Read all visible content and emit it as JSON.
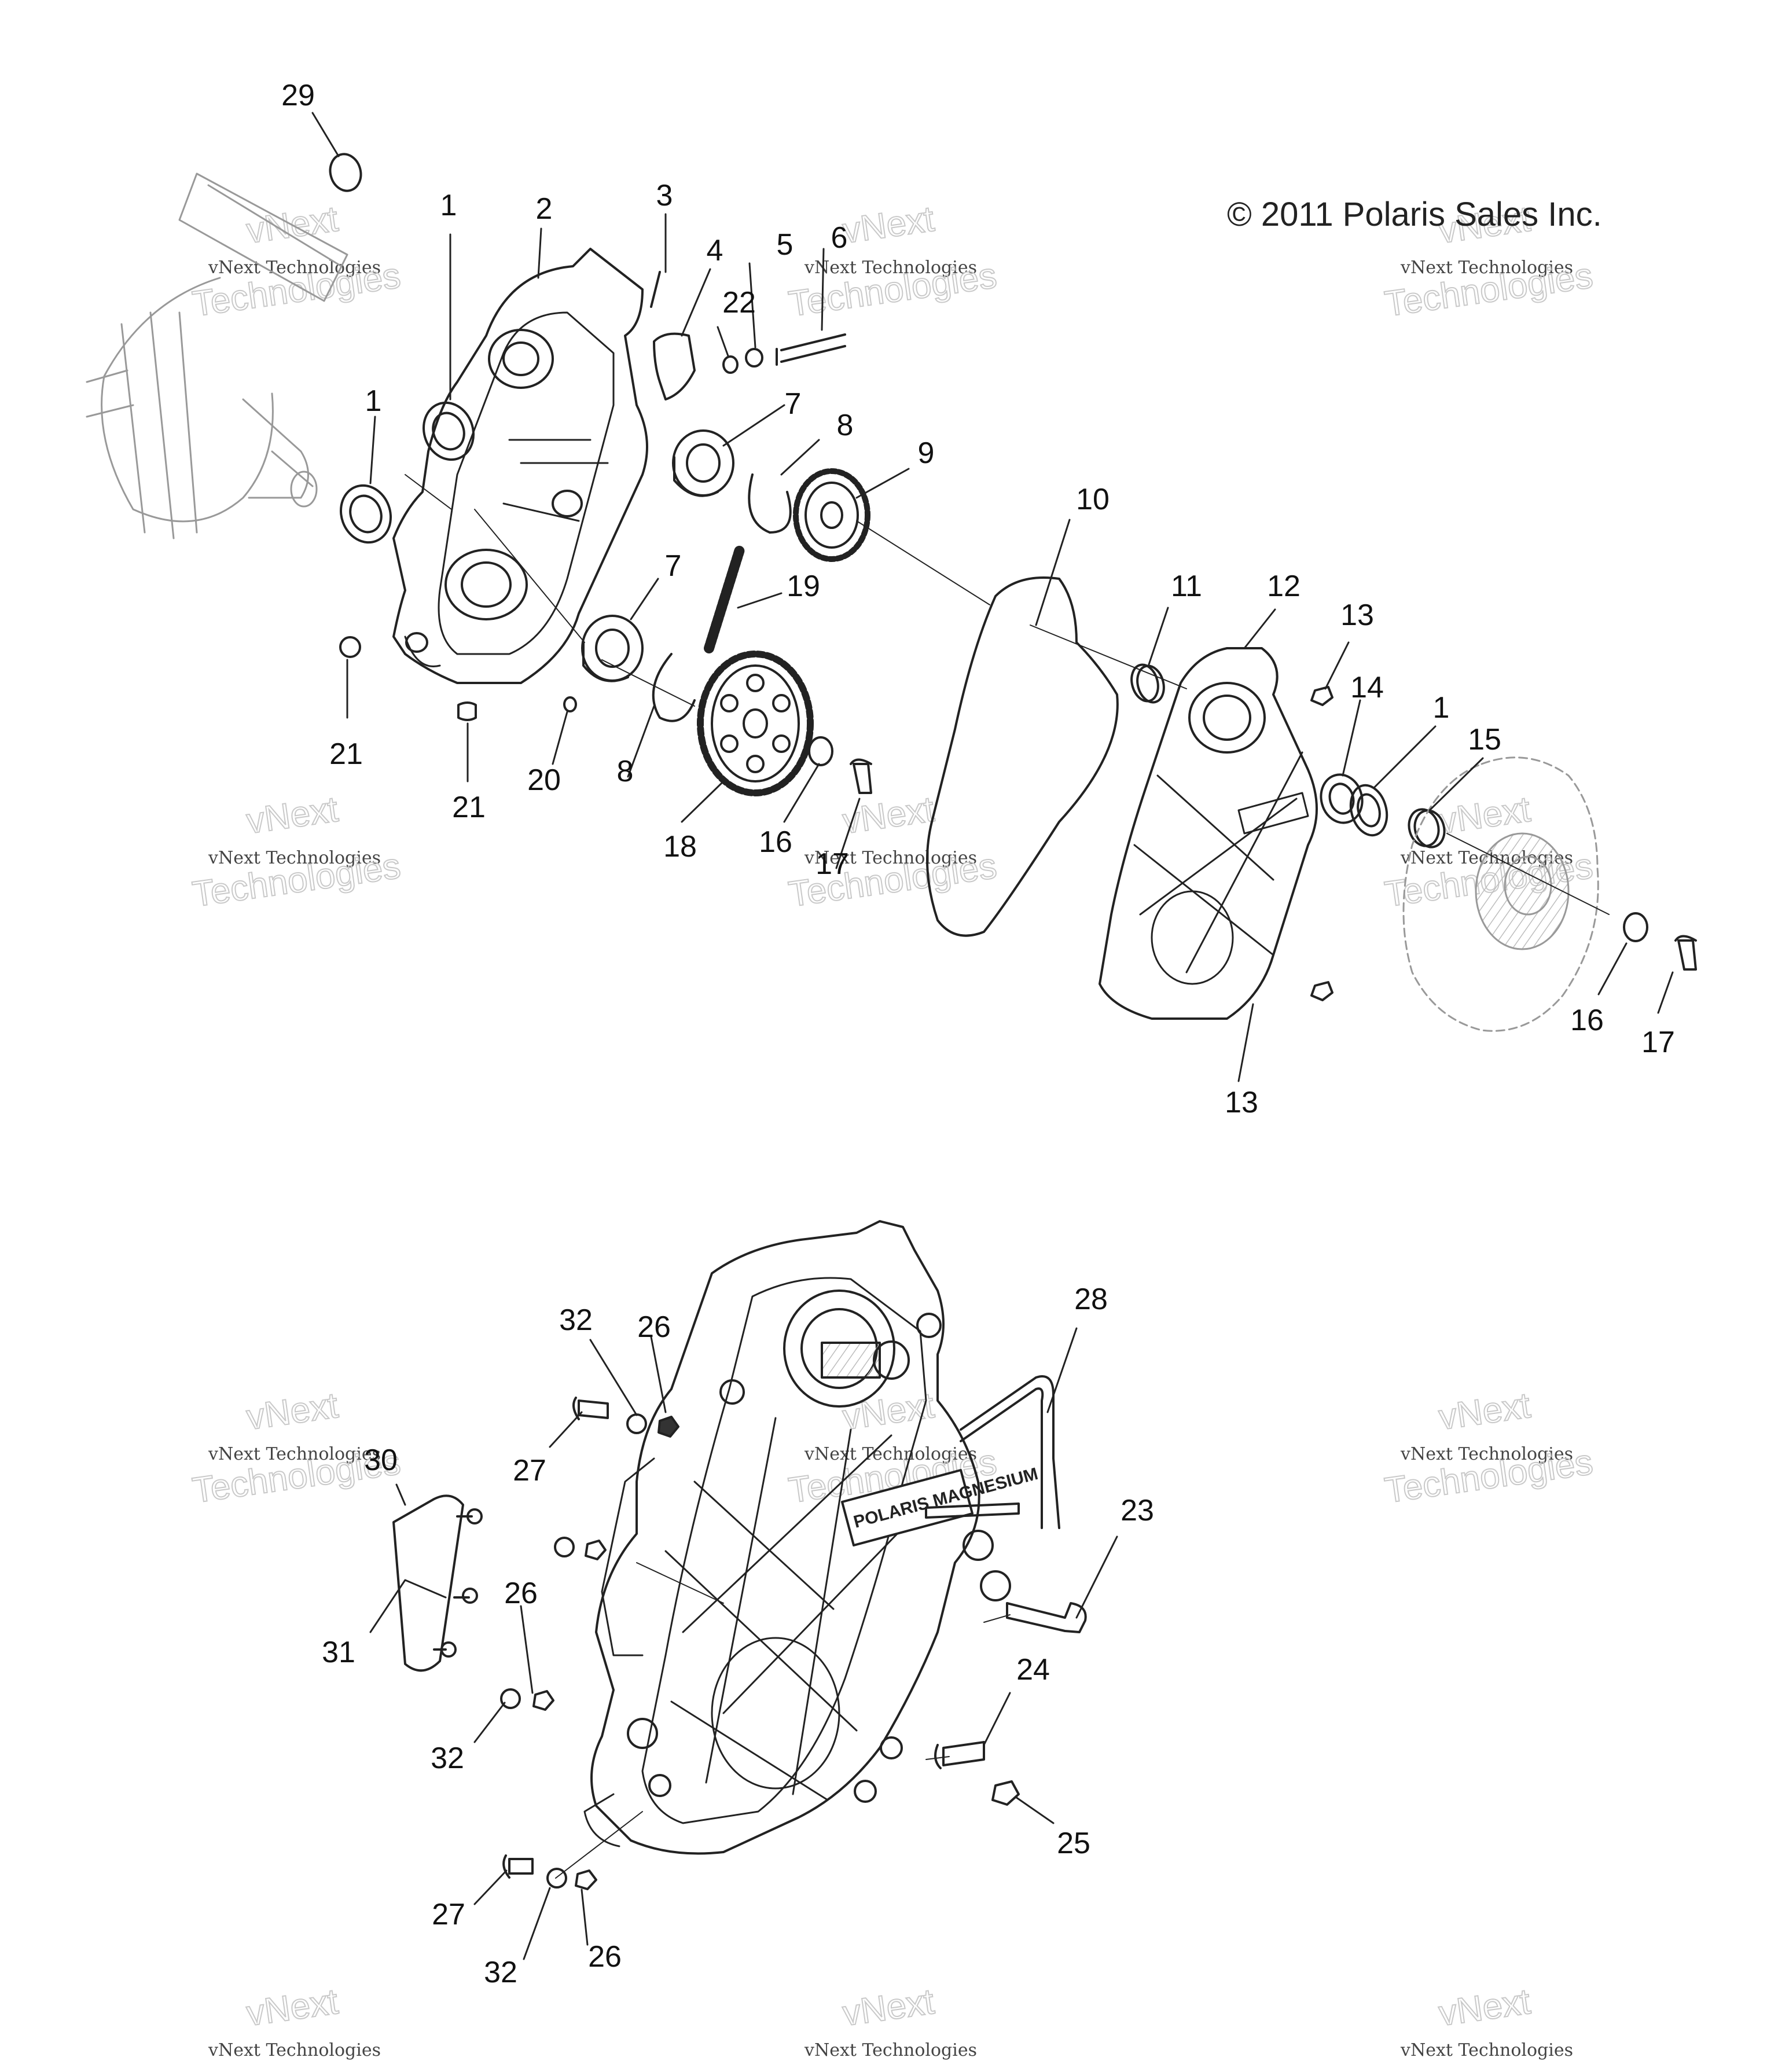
{
  "copyright": "© 2011 Polaris Sales Inc.",
  "cover_logo": "POLARIS MAGNESIUM",
  "watermark": {
    "line1": "vNext",
    "line2": "vNext Technologies",
    "line3": "Technologies"
  },
  "callouts": [
    {
      "id": "c29",
      "label": "29"
    },
    {
      "id": "c1a",
      "label": "1"
    },
    {
      "id": "c2",
      "label": "2"
    },
    {
      "id": "c3",
      "label": "3"
    },
    {
      "id": "c4",
      "label": "4"
    },
    {
      "id": "c5",
      "label": "5"
    },
    {
      "id": "c6",
      "label": "6"
    },
    {
      "id": "c22",
      "label": "22"
    },
    {
      "id": "c1b",
      "label": "1"
    },
    {
      "id": "c7a",
      "label": "7"
    },
    {
      "id": "c8a",
      "label": "8"
    },
    {
      "id": "c9",
      "label": "9"
    },
    {
      "id": "c10",
      "label": "10"
    },
    {
      "id": "c7b",
      "label": "7"
    },
    {
      "id": "c19",
      "label": "19"
    },
    {
      "id": "c11",
      "label": "11"
    },
    {
      "id": "c12",
      "label": "12"
    },
    {
      "id": "c13a",
      "label": "13"
    },
    {
      "id": "c14",
      "label": "14"
    },
    {
      "id": "c1c",
      "label": "1"
    },
    {
      "id": "c15",
      "label": "15"
    },
    {
      "id": "c21a",
      "label": "21"
    },
    {
      "id": "c21b",
      "label": "21"
    },
    {
      "id": "c20",
      "label": "20"
    },
    {
      "id": "c8b",
      "label": "8"
    },
    {
      "id": "c18",
      "label": "18"
    },
    {
      "id": "c16a",
      "label": "16"
    },
    {
      "id": "c17a",
      "label": "17"
    },
    {
      "id": "c16b",
      "label": "16"
    },
    {
      "id": "c17b",
      "label": "17"
    },
    {
      "id": "c13b",
      "label": "13"
    },
    {
      "id": "c32a",
      "label": "32"
    },
    {
      "id": "c26a",
      "label": "26"
    },
    {
      "id": "c28",
      "label": "28"
    },
    {
      "id": "c27a",
      "label": "27"
    },
    {
      "id": "c30",
      "label": "30"
    },
    {
      "id": "c23",
      "label": "23"
    },
    {
      "id": "c31",
      "label": "31"
    },
    {
      "id": "c26b",
      "label": "26"
    },
    {
      "id": "c24",
      "label": "24"
    },
    {
      "id": "c32b",
      "label": "32"
    },
    {
      "id": "c25",
      "label": "25"
    },
    {
      "id": "c27b",
      "label": "27"
    },
    {
      "id": "c32c",
      "label": "32"
    },
    {
      "id": "c26c",
      "label": "26"
    }
  ]
}
